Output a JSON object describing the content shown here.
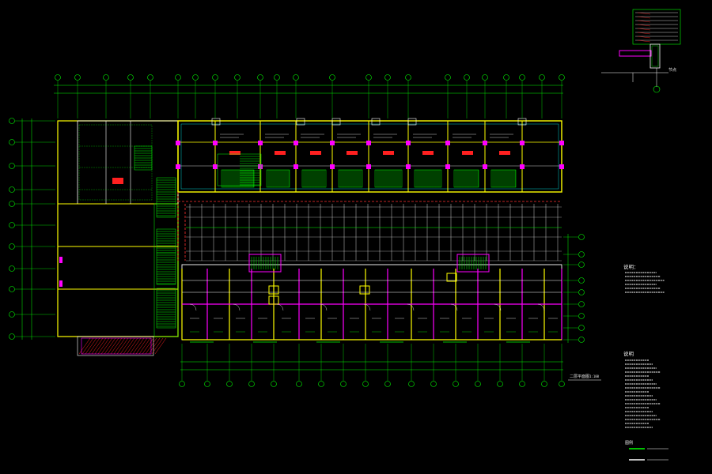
{
  "drawing": {
    "plan_title": "二层平面图",
    "plan_scale": "1:100",
    "detail_label": "节点",
    "notes_title_1": "说明：",
    "notes_title_2": "说明",
    "legend_title": "图例"
  },
  "colors": {
    "background": "#000000",
    "grid_axis": "#00ff00",
    "wall_white": "#ffffff",
    "wall_yellow": "#ffff00",
    "wall_magenta": "#ff00ff",
    "stair_green": "#00ff00",
    "dashed_red": "#ff3030",
    "cyan_line": "#00ffff",
    "room_label_red": "#ff2020",
    "dimension_green": "#40ff40"
  },
  "icons": [
    "axis-bubble-icon",
    "stair-icon",
    "hatch-pattern-icon"
  ]
}
